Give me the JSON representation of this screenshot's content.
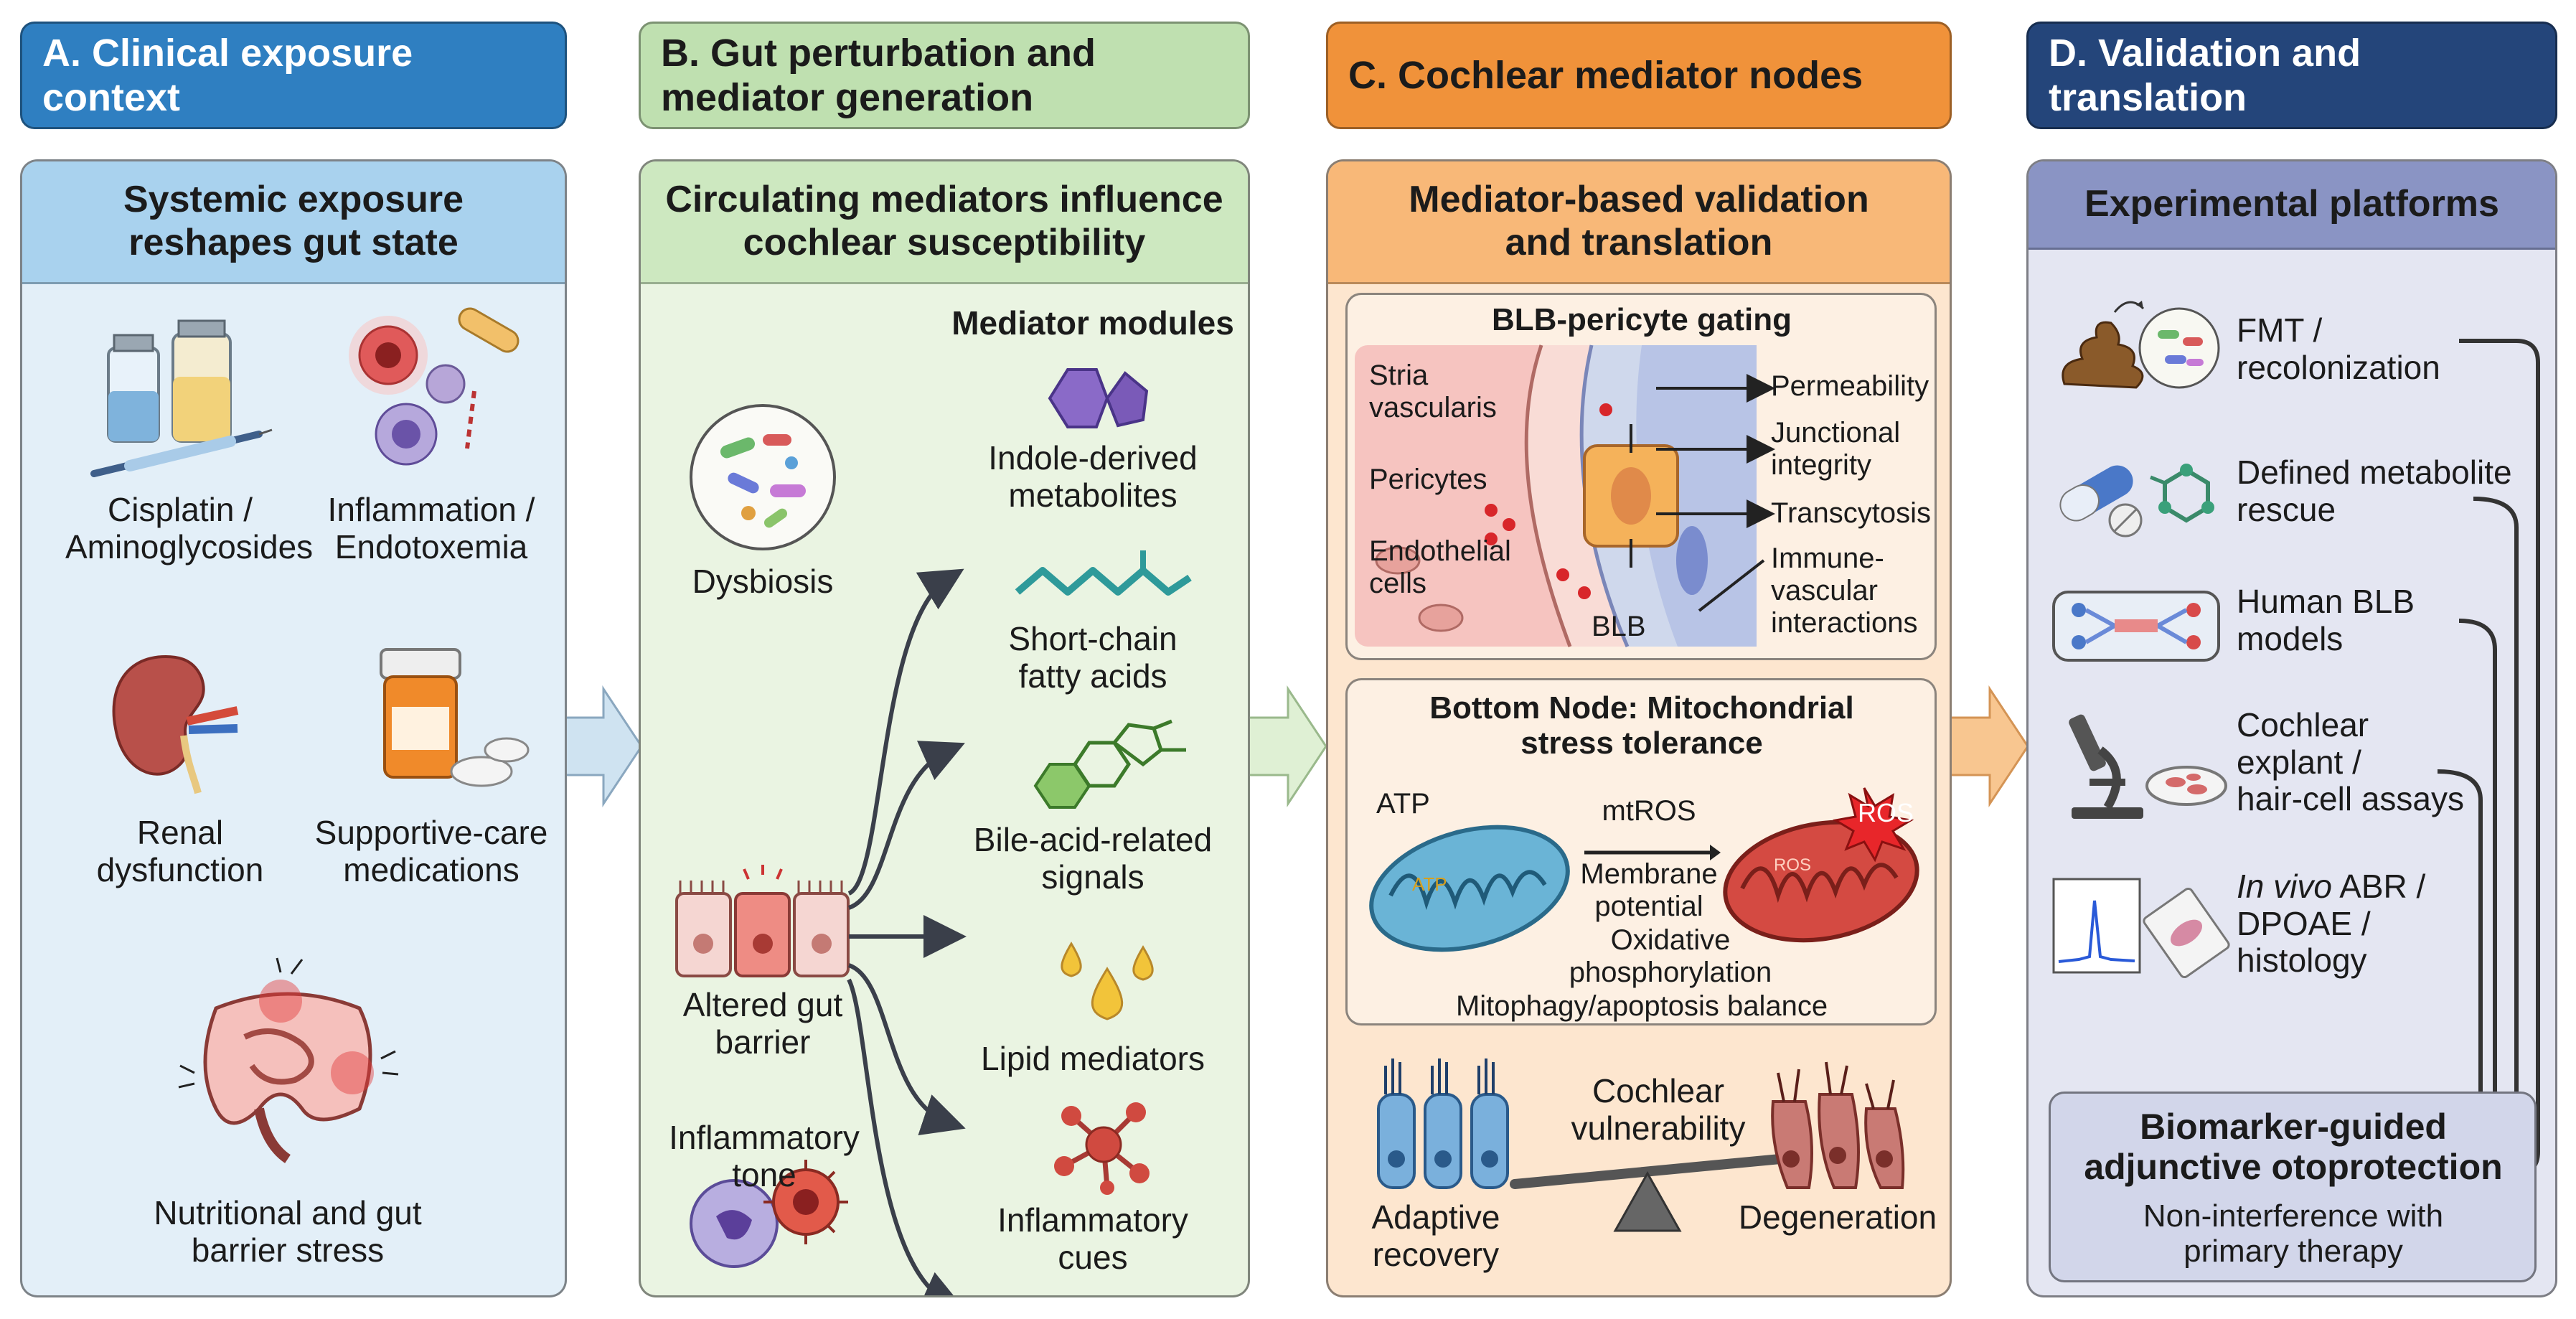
{
  "headers": {
    "a": "A. Clinical exposure context",
    "b_line1": "B. Gut perturbation and",
    "b_line2": "mediator generation",
    "c": "C. Cochlear mediator nodes",
    "d": "D. Validation and translation"
  },
  "colors": {
    "a_header": "#2f7fc1",
    "a_panel": "#e3eff8",
    "a_title": "#a9d2ee",
    "b_header": "#bfe0b0",
    "b_panel": "#eaf4e2",
    "b_title": "#cde8c0",
    "c_header": "#f0923a",
    "c_panel": "#fde6cf",
    "c_title": "#f8b878",
    "d_header": "#24457a",
    "d_panel": "#e4e6f2",
    "d_title": "#8a94c4"
  },
  "panel_a": {
    "title_line1": "Systemic exposure",
    "title_line2": "reshapes gut state",
    "items": [
      {
        "line1": "Cisplatin /",
        "line2": "Aminoglycosides",
        "icon": "vial-syringe-icon"
      },
      {
        "line1": "Inflammation /",
        "line2": "Endotoxemia",
        "icon": "immune-cells-icon"
      },
      {
        "line1": "Renal",
        "line2": "dysfunction",
        "icon": "kidney-icon"
      },
      {
        "line1": "Supportive-care",
        "line2": "medications",
        "icon": "pill-bottle-icon"
      },
      {
        "line1": "Nutritional and gut",
        "line2": "barrier stress",
        "icon": "intestine-icon"
      }
    ]
  },
  "panel_b": {
    "title_line1": "Circulating mediators influence",
    "title_line2": "cochlear susceptibility",
    "modules_heading": "Mediator modules",
    "left": [
      {
        "line1": "Dysbiosis",
        "line2": ""
      },
      {
        "line1": "Altered gut",
        "line2": "barrier"
      },
      {
        "line1": "Inflammatory",
        "line2": "tone"
      }
    ],
    "modules": [
      {
        "line1": "Indole-derived",
        "line2": "metabolites",
        "icon": "indole-ring-icon"
      },
      {
        "line1": "Short-chain",
        "line2": "fatty acids",
        "icon": "fatty-acid-chain-icon"
      },
      {
        "line1": "Bile-acid-related",
        "line2": "signals",
        "icon": "steroid-ring-icon"
      },
      {
        "line1": "Lipid mediators",
        "line2": "",
        "icon": "lipid-droplet-icon"
      },
      {
        "line1": "Inflammatory",
        "line2": "cues",
        "icon": "cytokine-icon"
      }
    ]
  },
  "panel_c": {
    "title_line1": "Mediator-based validation",
    "title_line2": "and translation",
    "blb": {
      "heading": "BLB-pericyte gating",
      "stria_line1": "Stria",
      "stria_line2": "vascularis",
      "pericytes": "Pericytes",
      "endo_line1": "Endothelial",
      "endo_line2": "cells",
      "blb": "BLB",
      "permeability": "Permeability",
      "junc_line1": "Junctional",
      "junc_line2": "integrity",
      "transcytosis": "Transcytosis",
      "immune_line1": "Immune-",
      "immune_line2": "vascular",
      "immune_line3": "interactions"
    },
    "mito": {
      "heading_line1": "Bottom Node: Mitochondrial",
      "heading_line2": "stress tolerance",
      "atp": "ATP",
      "atp_inner": "ATP",
      "mtros": "mtROS",
      "ros": "ROS",
      "ros_small": "ROS",
      "membrane_line1": "Membrane",
      "membrane_line2": "potential",
      "oxphos_line1": "Oxidative",
      "oxphos_line2": "phosphorylation",
      "mitophagy": "Mitophagy/apoptosis balance"
    },
    "balance": {
      "vuln_line1": "Cochlear",
      "vuln_line2": "vulnerability",
      "adaptive_line1": "Adaptive",
      "adaptive_line2": "recovery",
      "degeneration": "Degeneration"
    }
  },
  "panel_d": {
    "title": "Experimental platforms",
    "platforms": [
      {
        "line1": "FMT /",
        "line2": "recolonization",
        "line3": "",
        "icon": "stool-microbiome-icon"
      },
      {
        "line1": "Defined metabolite",
        "line2": "rescue",
        "line3": "",
        "icon": "capsule-molecule-icon"
      },
      {
        "line1": "Human BLB",
        "line2": "models",
        "line3": "",
        "icon": "organ-chip-icon"
      },
      {
        "line1": "Cochlear",
        "line2": "explant /",
        "line3": "hair-cell assays",
        "icon": "microscope-dish-icon"
      },
      {
        "line1_italic": "In vivo",
        "line1_rest": " ABR /",
        "line2": "DPOAE /",
        "line3": "histology",
        "icon": "abr-trace-histology-icon"
      }
    ],
    "outcome": {
      "line1": "Biomarker-guided",
      "line2": "adjunctive otoprotection",
      "line3": "Non-interference with",
      "line4": "primary therapy"
    }
  }
}
